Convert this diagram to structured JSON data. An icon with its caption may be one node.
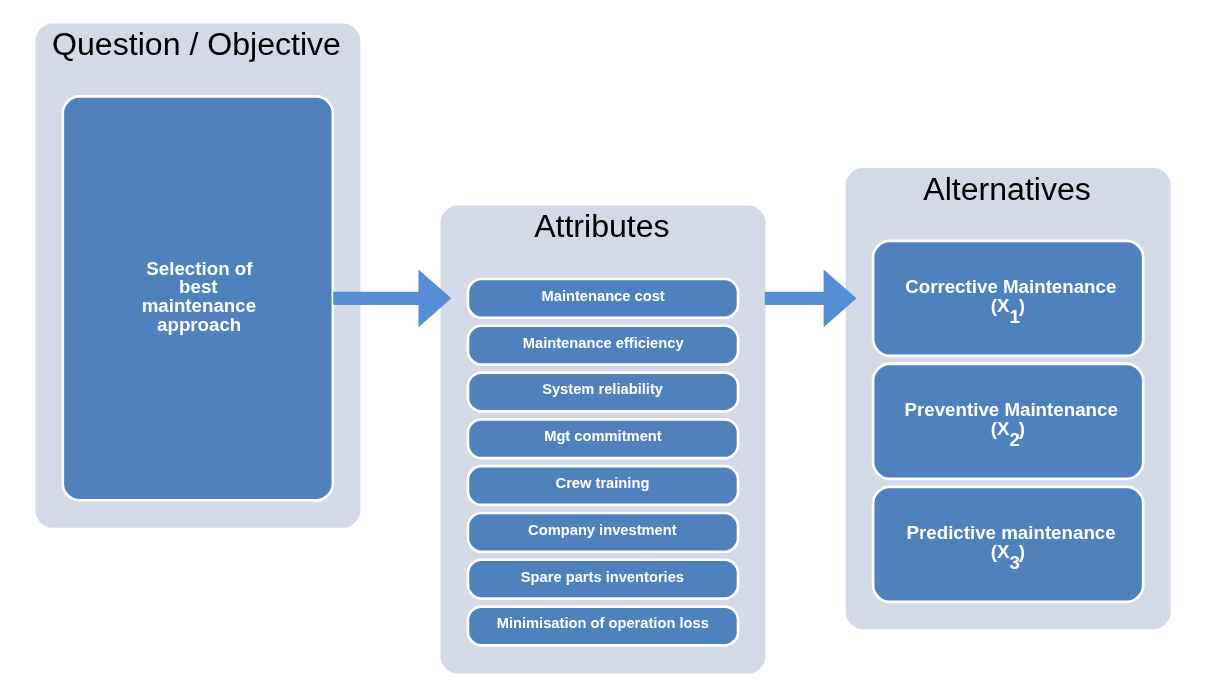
{
  "diagram": {
    "nodes": [
      {
        "text": [
          "Question / Objective"
        ]
      },
      {
        "text": [
          "Selection of best maintenance approach"
        ],
        "in": 0
      },
      {
        "text": [
          "Attributes"
        ]
      },
      {
        "text": [
          "Maintenance cost"
        ],
        "in": 2
      },
      {
        "text": [
          "Maintenance efficiency"
        ],
        "in": 2
      },
      {
        "text": [
          "System reliability"
        ],
        "in": 2
      },
      {
        "text": [
          "Mgt commitment"
        ],
        "in": 2
      },
      {
        "text": [
          "Crew training"
        ],
        "in": 2
      },
      {
        "text": [
          "Company investment"
        ],
        "in": 2
      },
      {
        "text": [
          "Spare parts inventories"
        ],
        "in": 2
      },
      {
        "text": [
          "Minimisation of operation loss"
        ],
        "in": 2
      },
      {
        "text": [
          "Alternatives"
        ]
      },
      {
        "text": [
          "Corrective Maintenance (X$_{1}$)"
        ],
        "in": 11
      },
      {
        "text": [
          "Preventive Maintenance (X$_{2}$)"
        ],
        "in": 11
      },
      {
        "text": [
          "Predictive maintenance (X$_{3}$)"
        ],
        "in": 11
      }
    ],
    "edges": [
      {
        "from": 1,
        "to": 2,
        "arrow": "to"
      },
      {
        "from": 2,
        "to": 11,
        "arrow": "to"
      }
    ]
  }
}
